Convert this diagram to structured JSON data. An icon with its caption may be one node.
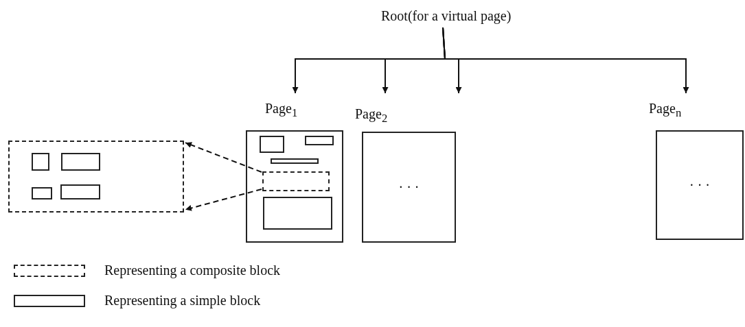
{
  "diagram": {
    "nodes": [
      {
        "text": [
          "Root(for a virtual page)"
        ]
      },
      {
        "text": [
          "Page$_{1}$"
        ]
      },
      {
        "text": [],
        "shape": "box",
        "in": 1
      },
      {
        "text": [],
        "shape": "box",
        "in": 1
      },
      {
        "text": [],
        "shape": "box",
        "in": 1
      },
      {
        "text": [],
        "shape": "box",
        "in": 1
      },
      {
        "text": [],
        "shape": "box",
        "in": 1
      },
      {
        "text": [
          "Page$_{2}$",
          "· · ·"
        ]
      },
      {
        "text": [
          "Page$_{n}$",
          "· · ·"
        ]
      },
      {
        "text": [],
        "shape": "box"
      },
      {
        "text": [],
        "shape": "box",
        "in": 9
      },
      {
        "text": [],
        "shape": "box",
        "in": 9
      },
      {
        "text": [],
        "shape": "box",
        "in": 9
      },
      {
        "text": [],
        "shape": "box",
        "in": 9
      }
    ],
    "edges": [
      {
        "from": 0,
        "to": 1,
        "arrow": "to"
      },
      {
        "from": 0,
        "to": 7,
        "arrow": "to"
      },
      {
        "from": 0,
        "to": null,
        "arrow": "to"
      },
      {
        "from": 0,
        "to": 8,
        "arrow": "to"
      },
      {
        "from": 5,
        "to": 9,
        "arrow": "to",
        "style": "dashed"
      },
      {
        "from": 5,
        "to": 9,
        "arrow": "to",
        "style": "dashed"
      }
    ],
    "legend": [
      {
        "text": "Representing a composite block"
      },
      {
        "text": "Representing a simple block"
      }
    ]
  }
}
